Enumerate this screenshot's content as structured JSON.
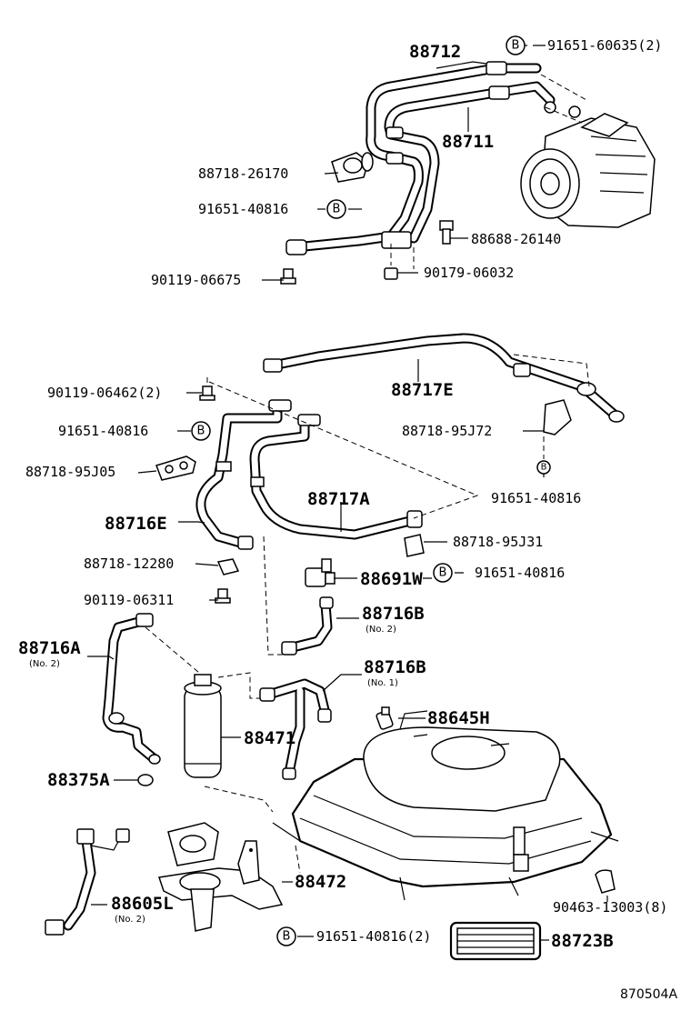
{
  "labels": {
    "p88712": "88712",
    "p91651_60635": "91651-60635(2)",
    "p88711": "88711",
    "p88718_26170": "88718-26170",
    "p91651_40816_a": "91651-40816",
    "p88688_26140": "88688-26140",
    "p90119_06675": "90119-06675",
    "p90179_06032": "90179-06032",
    "p88717E": "88717E",
    "p90119_06462": "90119-06462(2)",
    "p91651_40816_b": "91651-40816",
    "p88718_95J72": "88718-95J72",
    "p88718_95J05": "88718-95J05",
    "p91651_40816_c": "91651-40816",
    "p88717A": "88717A",
    "p88716E": "88716E",
    "p88718_95J31": "88718-95J31",
    "p88718_12280": "88718-12280",
    "p88691W": "88691W",
    "p91651_40816_d": "91651-40816",
    "p90119_06311": "90119-06311",
    "p88716B_no2": "88716B",
    "note_88716B_no2": "(No. 2)",
    "p88716A": "88716A",
    "note_88716A": "(No. 2)",
    "p88716B_no1": "88716B",
    "note_88716B_no1": "(No. 1)",
    "p88645H": "88645H",
    "p88471": "88471",
    "p88375A": "88375A",
    "p88472": "88472",
    "p90463_13003": "90463-13003(8)",
    "p88605L": "88605L",
    "note_88605L": "(No. 2)",
    "p91651_40816_e": "91651-40816(2)",
    "p88723B": "88723B",
    "figure_code": "870504A"
  },
  "callout_letter": "B",
  "colors": {
    "ink": "#000000",
    "paper": "#ffffff"
  }
}
